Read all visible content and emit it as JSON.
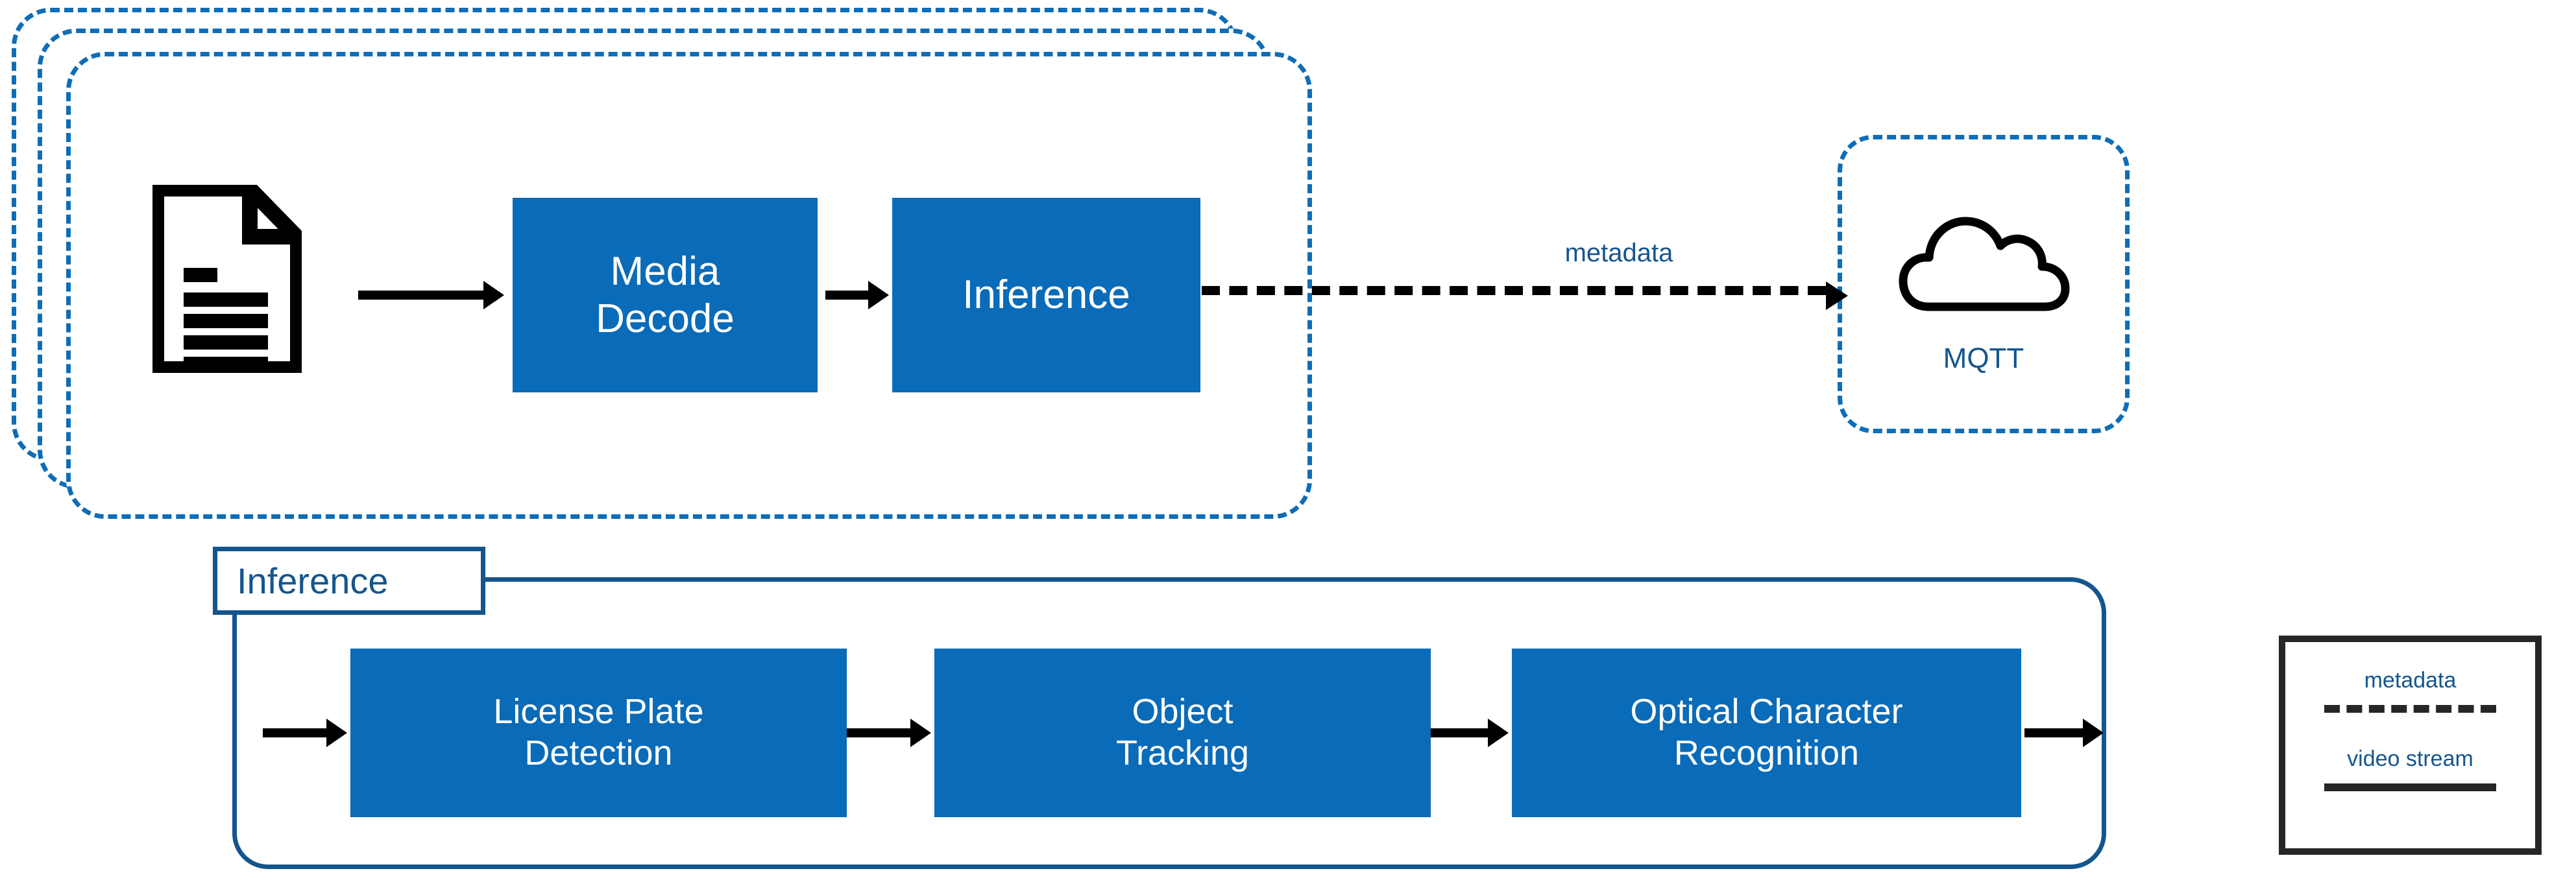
{
  "diagram": {
    "title_hidden": "",
    "pipeline_cards": {
      "count": 3,
      "style": "dashed-rounded-stack",
      "border_color": "#0E6DB7"
    },
    "source": {
      "icon": "document-icon",
      "label": ""
    },
    "top_row_boxes": [
      {
        "label": "Media\nDecode",
        "line1": "Media",
        "line2": "Decode",
        "fill": "#0A6BB8",
        "text_color": "#FFFFFF"
      },
      {
        "label": "Inference",
        "line1": "Inference",
        "line2": "",
        "fill": "#0A6BB8",
        "text_color": "#FFFFFF"
      }
    ],
    "metadata_edge": {
      "label": "metadata",
      "style": "dashed",
      "color": "#000000",
      "label_color": "#14558E"
    },
    "mqtt": {
      "icon": "cloud-icon",
      "label": "MQTT",
      "label_color": "#14558E",
      "border_color": "#0E6DB7",
      "border_style": "dashed"
    },
    "inference_group": {
      "tab_label": "Inference",
      "tab_text_color": "#14558E",
      "border_color": "#14558E",
      "steps": [
        {
          "line1": "License Plate",
          "line2": "Detection"
        },
        {
          "line1": "Object",
          "line2": "Tracking"
        },
        {
          "line1": "Optical Character",
          "line2": "Recognition"
        }
      ]
    },
    "legend": {
      "border_color": "#262626",
      "items": [
        {
          "label": "metadata",
          "line_style": "dashed",
          "color": "#262626"
        },
        {
          "label": "video stream",
          "line_style": "solid",
          "color": "#262626"
        }
      ]
    }
  }
}
